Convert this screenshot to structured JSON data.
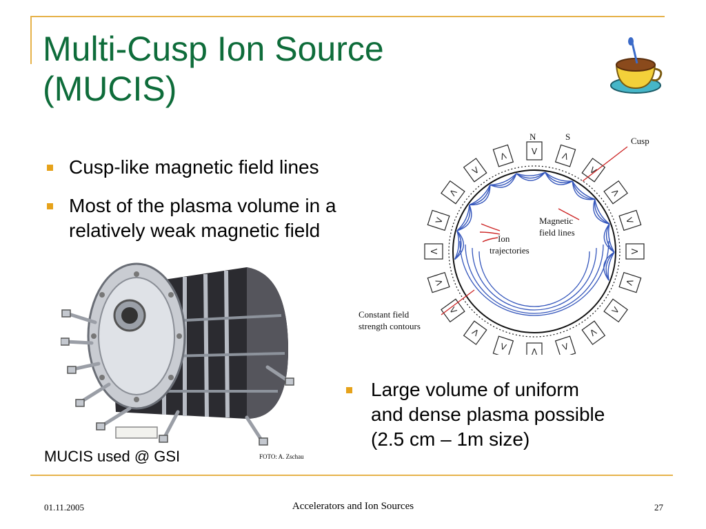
{
  "slide": {
    "title_line1": "Multi-Cusp Ion Source",
    "title_line2": "(MUCIS)",
    "bullets": [
      {
        "line1": "Cusp-like magnetic field lines",
        "line2": ""
      },
      {
        "line1": "Most of the plasma volume in a",
        "line2": "relatively weak magnetic field"
      }
    ],
    "bullet3": {
      "line1": "Large volume of uniform",
      "line2": "and dense plasma possible",
      "line3": "(2.5 cm – 1m size)"
    },
    "photo_caption": "MUCIS used @ GSI",
    "photo_credit": "FOTO:  A. Zschau"
  },
  "diagram": {
    "label_n": "N",
    "label_s": "S",
    "label_cusp": "Cusp",
    "label_magnetic_1": "Magnetic",
    "label_magnetic_2": "field lines",
    "label_ion_1": "Ion",
    "label_ion_2": "trajectories",
    "label_constant_1": "Constant field",
    "label_constant_2": "strength contours",
    "magnet_symbol": "Λ",
    "magnet_symbol_alt": "V"
  },
  "footer": {
    "date": "01.11.2005",
    "center": "Accelerators and Ion Sources",
    "page": "27"
  },
  "colors": {
    "title": "#0e6c3a",
    "accent": "#e6b24a",
    "bullet": "#e6a21a",
    "field_lines": "#3355bb",
    "arrows": "#cc2222"
  },
  "icons": [
    "coffee-cup-icon"
  ]
}
